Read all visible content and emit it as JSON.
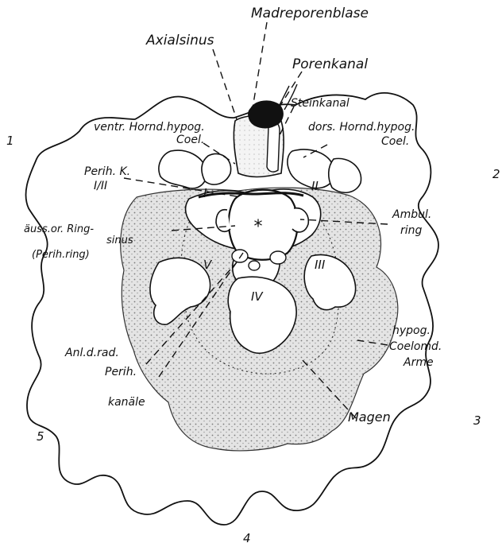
{
  "figure": {
    "labels": {
      "madreporenblase": "Madreporenblase",
      "axialsinus": "Axialsinus",
      "porenkanal": "Porenkanal",
      "steinkanal": "Steinkanal",
      "ventr_hornd_line1": "ventr. Hornd.hypog.",
      "ventr_hornd_line2": "Coel.",
      "dors_hornd_line1": "dors. Hornd.hypog.",
      "dors_hornd_line2": "Coel.",
      "perih_k_line1": "Perih. K.",
      "perih_k_line2": "I/II",
      "ambul_line1": "Ambul.",
      "ambul_line2": "ring",
      "aussor_line1": "äuss.or. Ring-",
      "aussor_line2": "sinus",
      "aussor_line3": "(Perih.ring)",
      "anl_line1": "Anl.d.rad.",
      "anl_line2": "Perih.",
      "anl_line3": "kanäle",
      "hypog_line1": "hypog.",
      "hypog_line2": "Coelomd.",
      "hypog_line3": "Arme",
      "magen": "Magen"
    },
    "roman": {
      "i": "I",
      "ii": "II",
      "iii": "III",
      "iv": "IV",
      "v": "V"
    },
    "star": "*",
    "region_numbers": {
      "n1": "1",
      "n2": "2",
      "n3": "3",
      "n4": "4",
      "n5": "5"
    }
  }
}
